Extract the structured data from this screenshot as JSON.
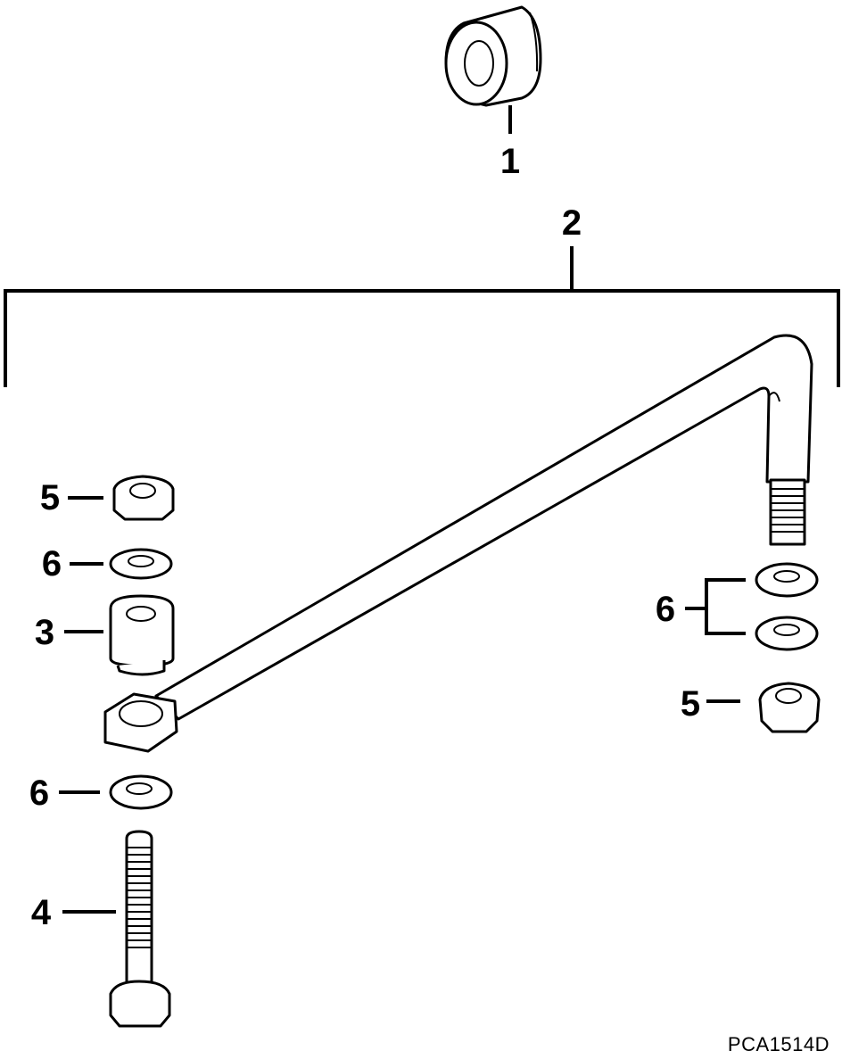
{
  "callouts": {
    "c1": "1",
    "c2": "2",
    "c3": "3",
    "c4": "4",
    "c5_left": "5",
    "c5_right": "5",
    "c6_left_top": "6",
    "c6_left_bottom": "6",
    "c6_right": "6"
  },
  "figure_code": "PCA1514D"
}
